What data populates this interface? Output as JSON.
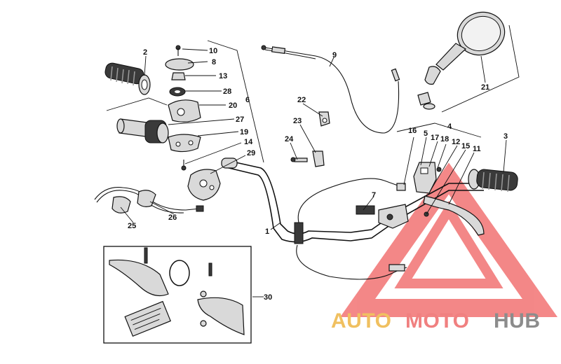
{
  "callouts": {
    "c1": "1",
    "c2": "2",
    "c3": "3",
    "c4": "4",
    "c5": "5",
    "c6": "6",
    "c7": "7",
    "c8": "8",
    "c9": "9",
    "c10": "10",
    "c11": "11",
    "c12": "12",
    "c13": "13",
    "c14": "14",
    "c15": "15",
    "c16": "16",
    "c17": "17",
    "c18": "18",
    "c19": "19",
    "c20": "20",
    "c21": "21",
    "c22": "22",
    "c23": "23",
    "c24": "24",
    "c25": "25",
    "c26": "26",
    "c27": "27",
    "c28": "28",
    "c29": "29",
    "c30": "30"
  },
  "watermark": {
    "part1": "AUTO",
    "part2": "MOTO",
    "part3": "HUB",
    "colors": {
      "auto": "#f0c060",
      "moto": "#f08080",
      "hub": "#8c8c8c",
      "triangle": "#f06060"
    }
  }
}
